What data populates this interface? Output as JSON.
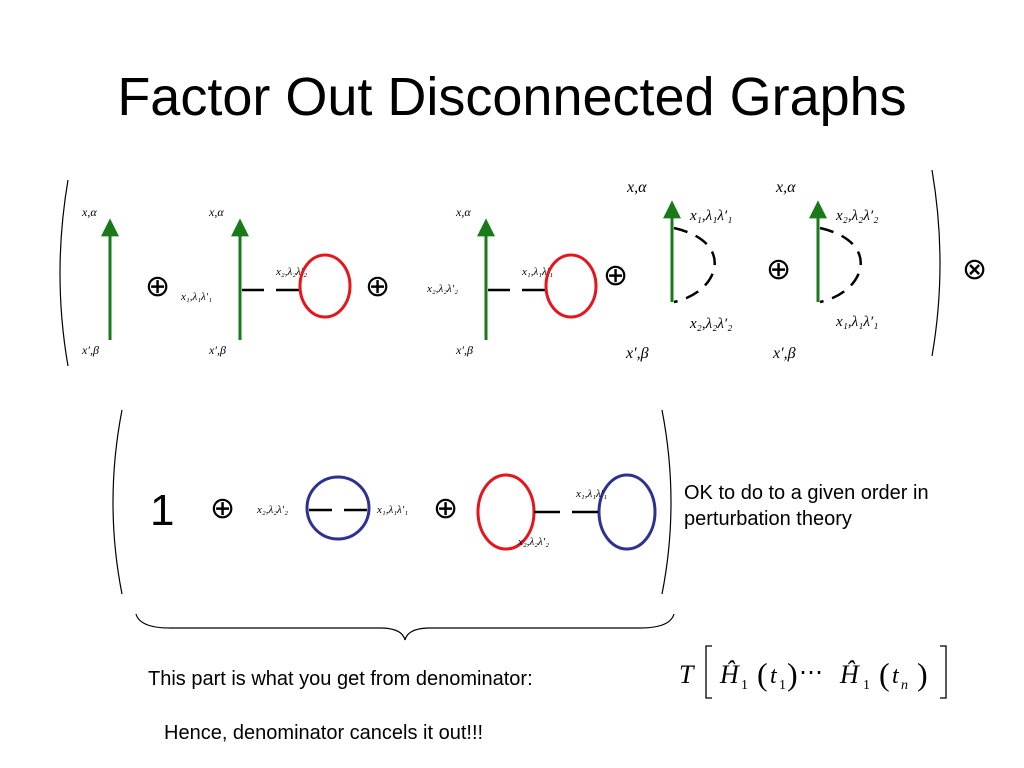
{
  "title": "Factor Out Disconnected Graphs",
  "labels": {
    "top": "x,α",
    "bottom": "x′,β",
    "v1": "x₁,λ₁λ′₁",
    "v2": "x₂,λ₂λ′₂"
  },
  "operators": {
    "oplus": "⊕",
    "otimes": "⊗"
  },
  "second_row": {
    "one": "1"
  },
  "notes": {
    "ok_line1": "OK to do to a given order in",
    "ok_line2": "perturbation theory",
    "part": "This part is what you get from denominator:",
    "hence": "Hence, denominator cancels it out!!!"
  },
  "formula": {
    "T": "T",
    "H": "Ĥ",
    "sub1": "1",
    "t": "t",
    "n": "n",
    "dots": "⋯",
    "lparen": "(",
    "rparen": ")"
  },
  "colors": {
    "green_line": "#1a7a1a",
    "red_loop": "#e8141c",
    "blue_loop": "#2d3190"
  }
}
